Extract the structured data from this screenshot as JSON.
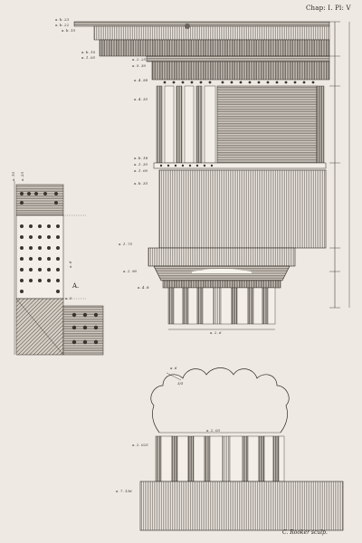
{
  "plate": {
    "heading": "Chap: I. Pl: V",
    "signature": "C. Rooker sculp.",
    "detail_letter": "A."
  },
  "colors": {
    "paper": "#eeeae3",
    "ink": "#2a2520",
    "hatch_mid": "#6a635b",
    "hatch_dark": "#3a342e"
  },
  "measurements": {
    "cornice_1": "a. b. 23",
    "cornice_2": "a. b. 22",
    "cornice_3": "a. b. 15",
    "cornice_4": "a. b. 10",
    "cornice_5": "a. 1. 05",
    "cornice_6": "a. 2. 25",
    "cornice_7": "a. 5. 30",
    "frieze_1": "a. 4. 58",
    "frieze_2": "a. 4. 35",
    "frieze_3": "a. b. 18",
    "frieze_4": "a. 1. 35",
    "frieze_5": "a. 1. 00",
    "frieze_6": "a. b. 35",
    "capital_1": "a. 1. 75",
    "capital_2": "a. 2. 90",
    "capital_3": "a. 4. 8",
    "capital_4": "a. 2. 6",
    "lower_arc": "a. 6",
    "lower_arc_2": "3/5",
    "lower_col_1": "a. 2. 03",
    "lower_col_2": "a. 2. 025",
    "lower_base": "a. 7. 136",
    "left_top": "a. 10",
    "left_top_2": "a. 25",
    "left_side_1": "a. 6",
    "left_side_2": "a. 5"
  }
}
